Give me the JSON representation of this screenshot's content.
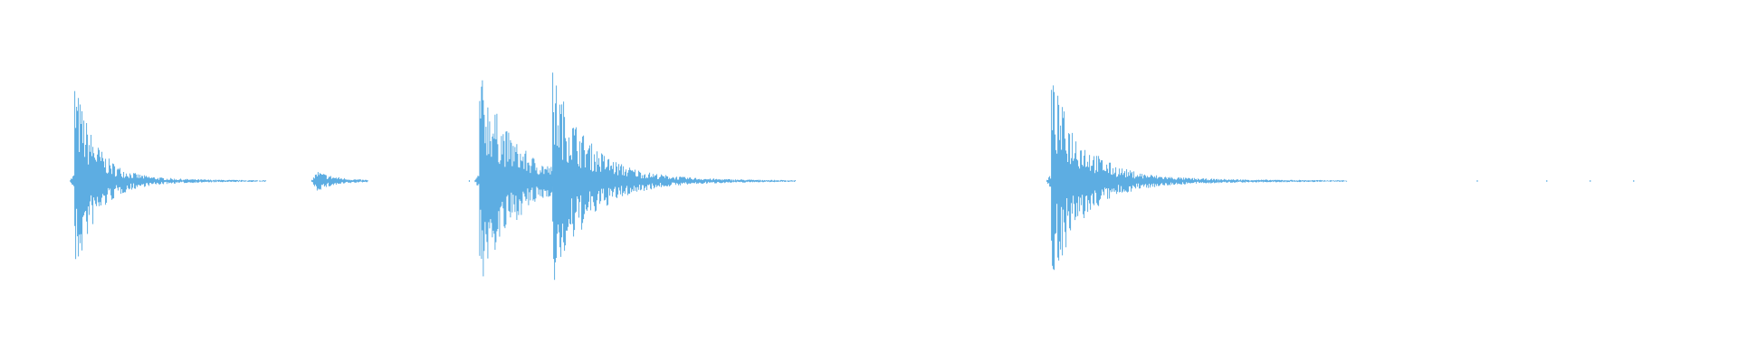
{
  "waveform": {
    "color": "#5dade2",
    "background": "#ffffff",
    "bursts": [
      {
        "name": "burst-1",
        "onset": 0.043,
        "peak": 0.92,
        "decay": 0.012,
        "tail": 0.11
      },
      {
        "name": "burst-2",
        "onset": 0.182,
        "peak": 0.06,
        "decay": 0.01,
        "tail": 0.03
      },
      {
        "name": "burst-3",
        "onset": 0.276,
        "peak": 0.98,
        "decay": 0.02,
        "tail": 0.06
      },
      {
        "name": "burst-4",
        "onset": 0.318,
        "peak": 0.98,
        "decay": 0.02,
        "tail": 0.14
      },
      {
        "name": "burst-5",
        "onset": 0.605,
        "peak": 0.93,
        "decay": 0.018,
        "tail": 0.17
      }
    ]
  }
}
